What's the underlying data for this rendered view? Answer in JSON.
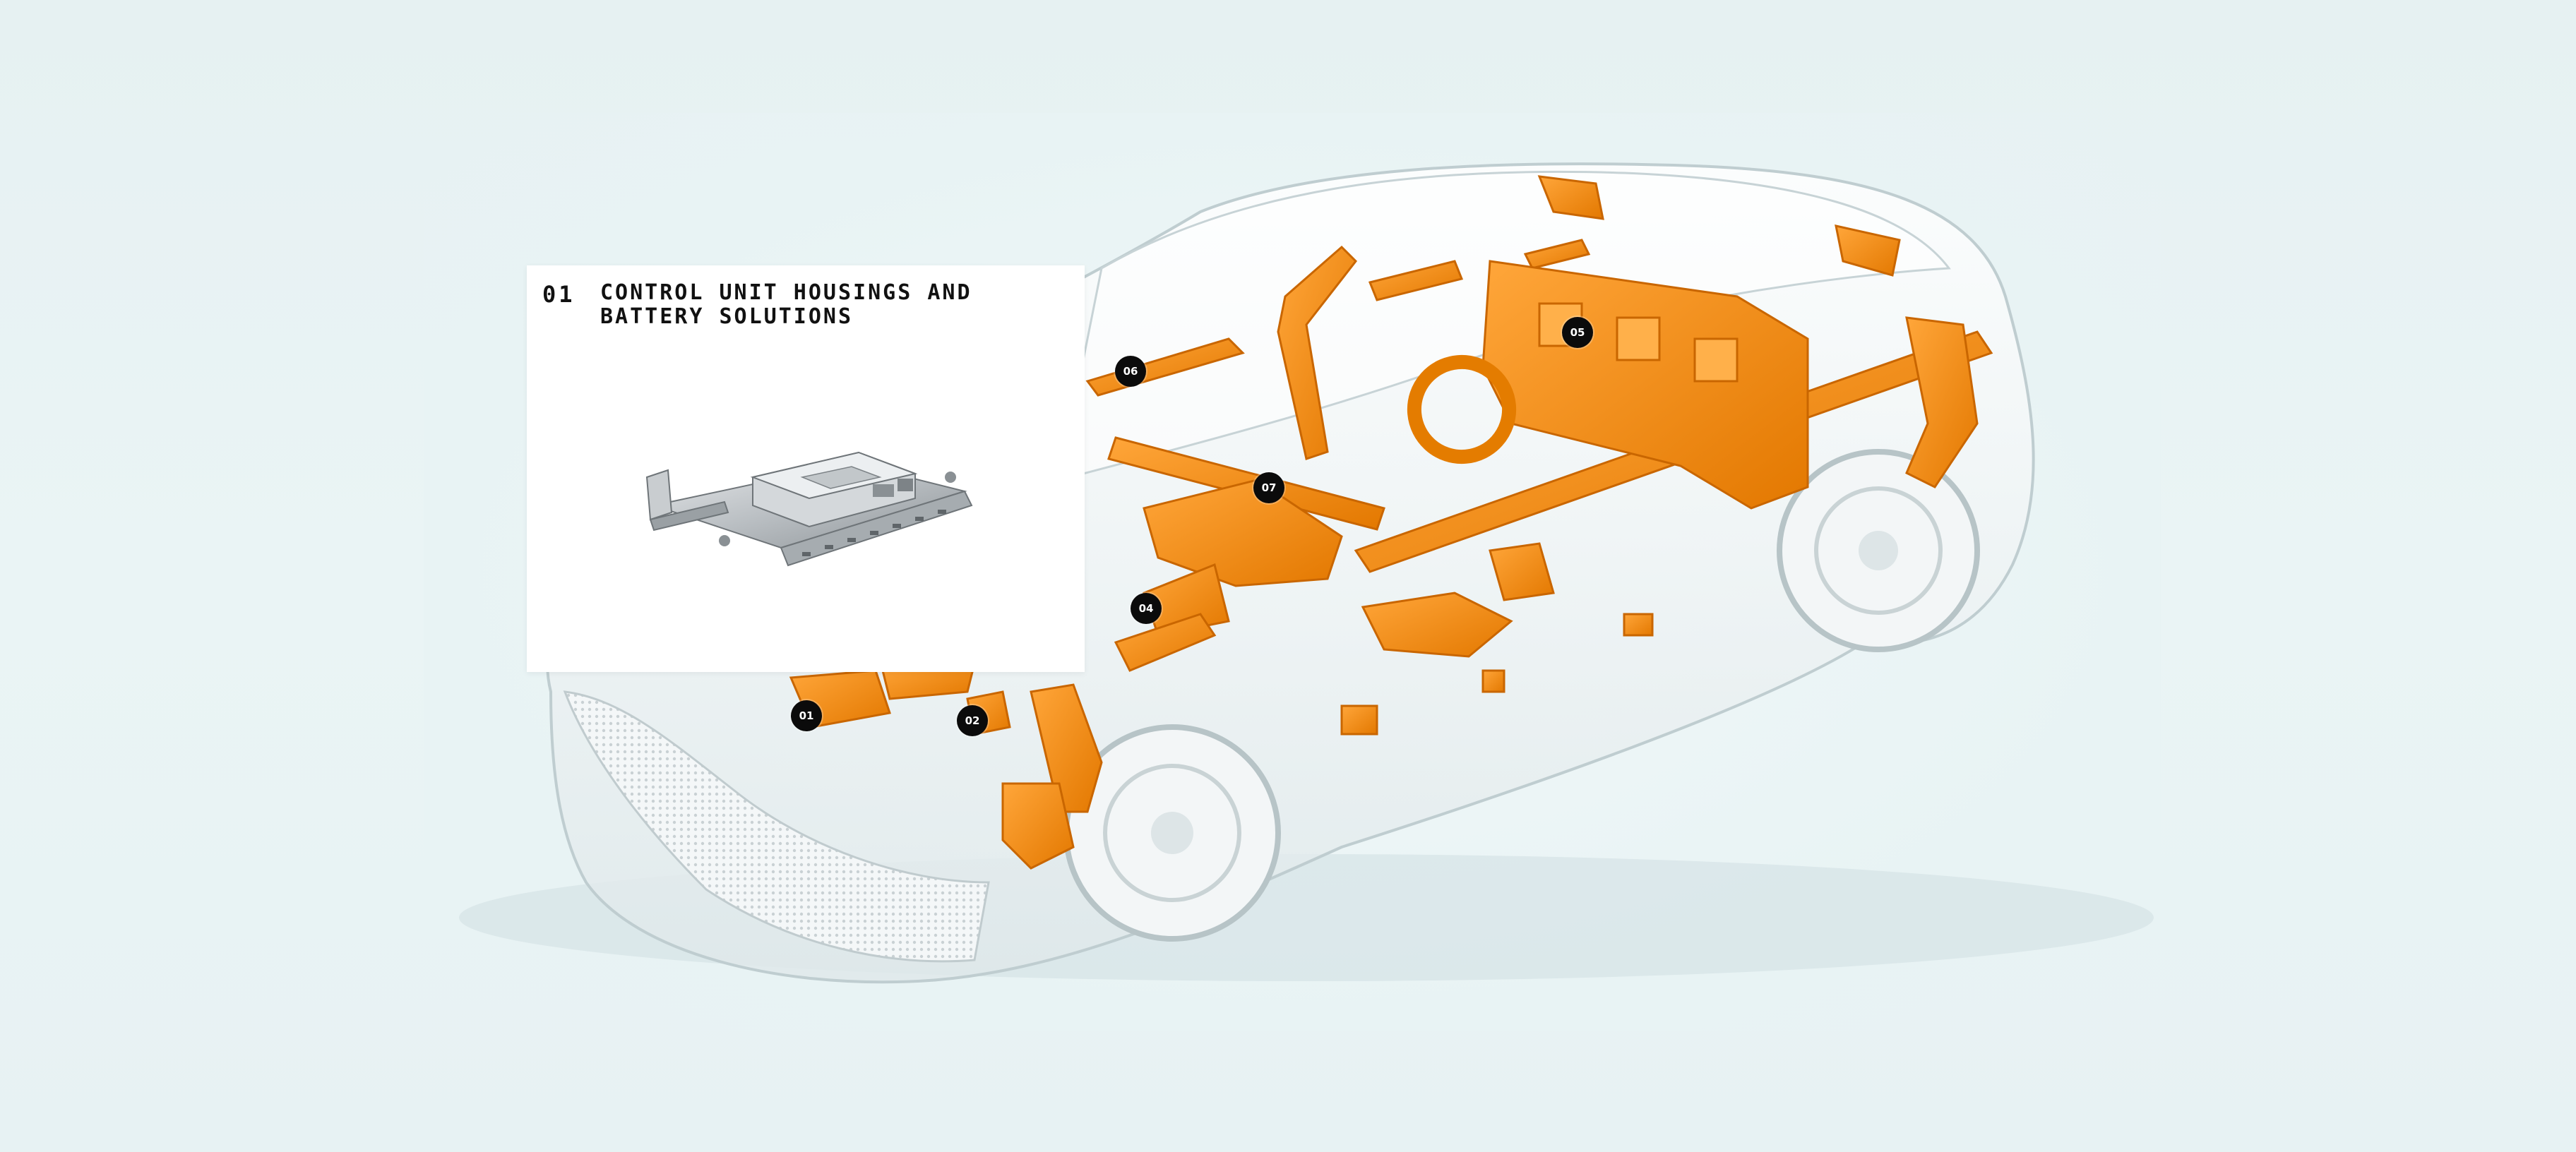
{
  "info_card": {
    "number": "01",
    "title_line1": "CONTROL UNIT HOUSINGS AND",
    "title_line2": "BATTERY SOLUTIONS",
    "product_image": "control-unit-housing-render"
  },
  "hotspots": [
    {
      "id": "01",
      "label": "01"
    },
    {
      "id": "02",
      "label": "02"
    },
    {
      "id": "04",
      "label": "04"
    },
    {
      "id": "05",
      "label": "05"
    },
    {
      "id": "06",
      "label": "06"
    },
    {
      "id": "07",
      "label": "07"
    }
  ],
  "colors": {
    "background": "#e9f3f4",
    "parts_orange": "#f08a12",
    "marker": "#0b0b0b",
    "card": "#ffffff"
  }
}
